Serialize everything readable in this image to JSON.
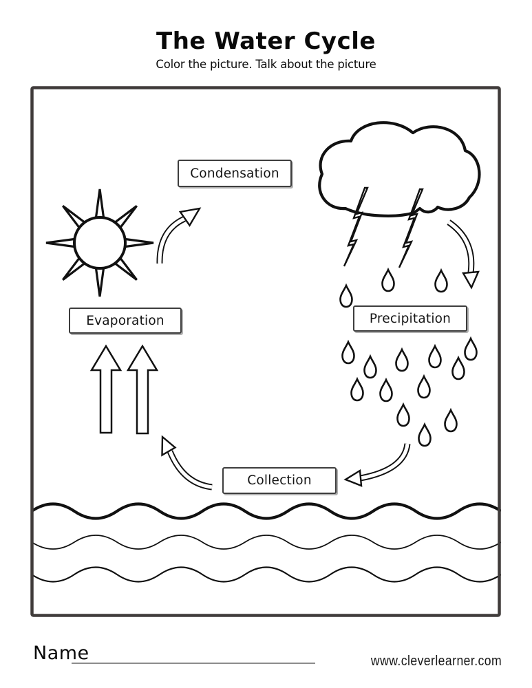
{
  "page": {
    "title": "The Water Cycle",
    "subtitle": "Color the picture. Talk about the picture",
    "footer": {
      "name_label": "Name",
      "website": "www.cleverlearner.com"
    }
  },
  "diagram": {
    "stages": [
      "Evaporation",
      "Condensation",
      "Precipitation",
      "Collection"
    ],
    "labels": {
      "condensation": "Condensation",
      "evaporation": "Evaporation",
      "precipitation": "Precipitation",
      "collection": "Collection"
    },
    "icons": {
      "sun": "sun-icon",
      "storm_cloud": "cloud-icon",
      "lightning": "lightning-bolt-icon",
      "raindrop": "raindrop-icon",
      "evaporation_arrow": "up-arrow-icon",
      "cycle_arrow": "curved-arrow-icon",
      "water": "water-waves-icon"
    },
    "counts": {
      "raindrops": 15,
      "evaporation_arrows": 2,
      "lightning_bolts": 2,
      "water_waves": 3,
      "cycle_arrows": 4
    },
    "colors": {
      "ink": "#111111",
      "frame_border": "#403c3b",
      "label_border": "#3d3d3d",
      "label_shadow": "#b0b0b0",
      "name_underline": "#8c8c8c",
      "background": "#ffffff"
    }
  }
}
